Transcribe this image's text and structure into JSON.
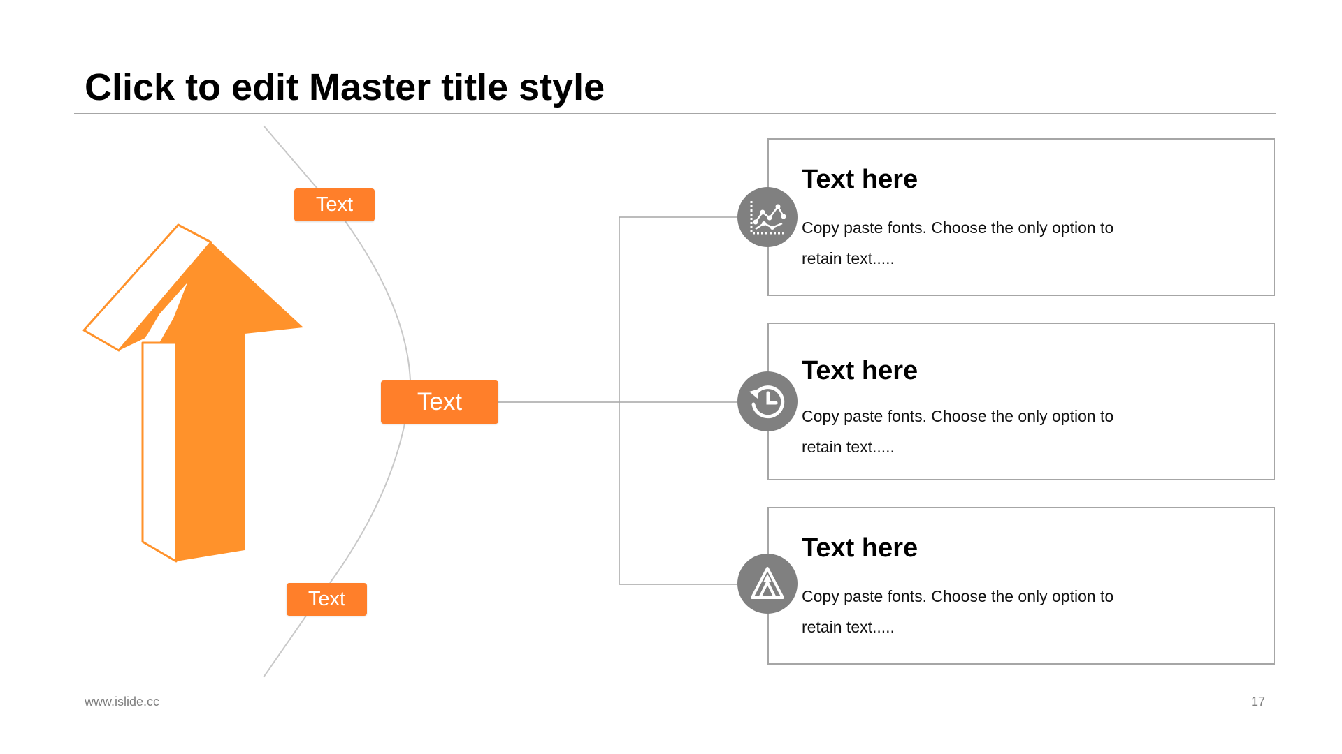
{
  "slide": {
    "title": "Click to edit Master title style",
    "footer_url": "www.islide.cc",
    "page_number": "17"
  },
  "colors": {
    "accent": "#ff7f2a",
    "arrow": "#ff922b",
    "icon_bg": "#808080",
    "line": "#c8c8c8",
    "border": "#a6a6a6"
  },
  "tags": {
    "top": "Text",
    "center": "Text",
    "bottom": "Text"
  },
  "cards": [
    {
      "title": "Text here",
      "body": "Copy paste fonts. Choose the only option to retain text.....",
      "icon": "line-chart-icon"
    },
    {
      "title": "Text here",
      "body": "Copy paste fonts. Choose the only option to retain text.....",
      "icon": "history-clock-icon"
    },
    {
      "title": "Text here",
      "body": "Copy paste fonts. Choose the only option to retain text.....",
      "icon": "triangles-icon"
    }
  ],
  "graphic": {
    "icon": "up-arrow-3d-icon"
  }
}
